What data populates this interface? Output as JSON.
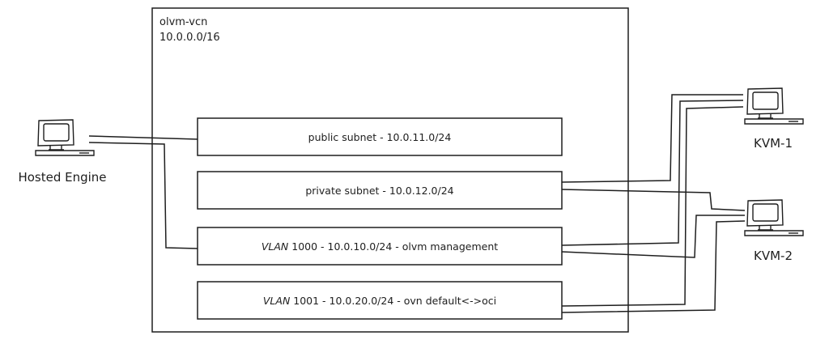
{
  "vcn": {
    "name": "olvm-vcn",
    "cidr": "10.0.0.0/16"
  },
  "subnets": [
    {
      "label": "public subnet - 10.0.11.0/24"
    },
    {
      "label": "private subnet - 10.0.12.0/24"
    },
    {
      "label_vlan": "VLAN",
      "label_rest": " 1000 - 10.0.10.0/24 - olvm management"
    },
    {
      "label_vlan": "VLAN",
      "label_rest": " 1001 - 10.0.20.0/24 - ovn default<->oci"
    }
  ],
  "hosts": {
    "hosted_engine": {
      "label": "Hosted Engine",
      "icon": "computer-icon"
    },
    "kvm1": {
      "label": "KVM-1",
      "icon": "computer-icon"
    },
    "kvm2": {
      "label": "KVM-2",
      "icon": "computer-icon"
    }
  }
}
